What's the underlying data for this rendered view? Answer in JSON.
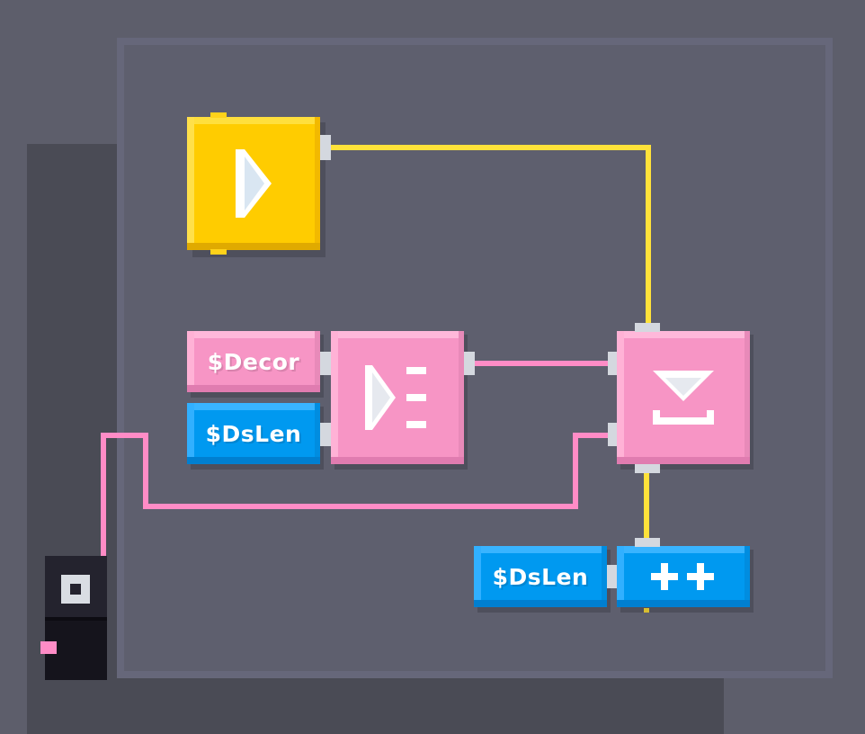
{
  "variables": {
    "decor": "$Decor",
    "dslen_input": "$DsLen",
    "dslen_counter": "$DsLen"
  },
  "blocks": {
    "start": {
      "icon": "play-icon",
      "color": "#ffcc00"
    },
    "list_index": {
      "icon": "play-list-icon",
      "color": "#f795c5"
    },
    "drop": {
      "icon": "drop-into-icon",
      "color": "#f795c5"
    },
    "increment": {
      "icon": "plus-plus-icon",
      "color": "#0099f0"
    }
  },
  "wires": {
    "flow_color": "#ffe23a",
    "data_color": "#ff8cc6"
  },
  "colors": {
    "background": "#5d5e6b",
    "board": "#5e5f6e",
    "variable_blue": "#0099f0",
    "variable_pink": "#f795c5",
    "start_yellow": "#ffcc00",
    "source_dark": "#15141c"
  }
}
